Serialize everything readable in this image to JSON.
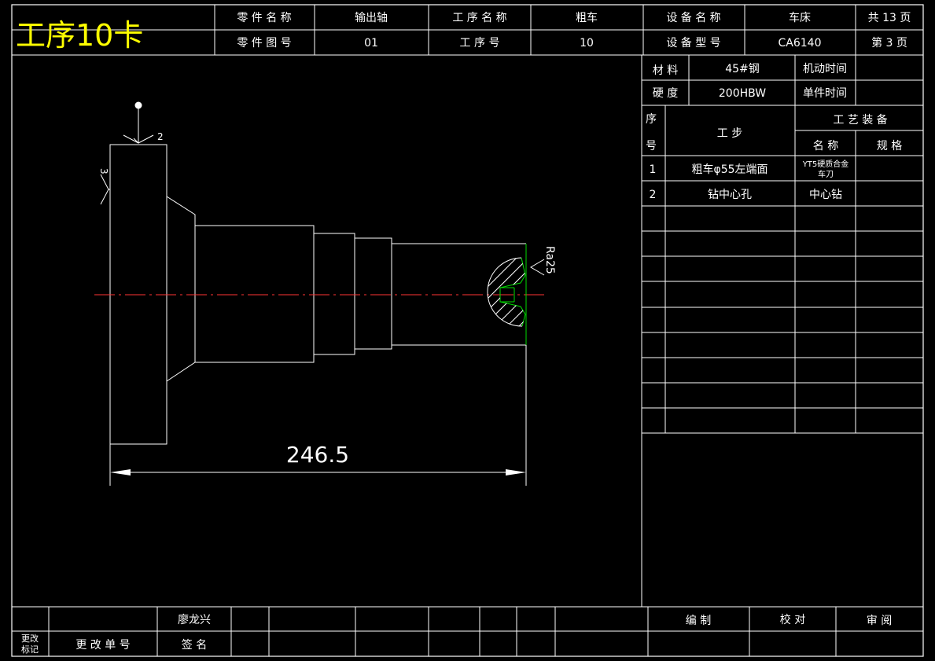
{
  "title": "工序10卡",
  "header": {
    "part_name_label": "零 件 名 称",
    "part_name_value": "输出轴",
    "process_name_label": "工 序 名 称",
    "process_name_value": "粗车",
    "equipment_name_label": "设 备 名 称",
    "equipment_name_value": "车床",
    "total_pages": "共 13 页",
    "part_drawing_no_label": "零 件 图 号",
    "part_drawing_no_value": "01",
    "process_no_label": "工   序   号",
    "process_no_value": "10",
    "equipment_model_label": "设 备 型 号",
    "equipment_model_value": "CA6140",
    "page_no": "第 3 页"
  },
  "info": {
    "material_label": "材  料",
    "material_value": "45#钢",
    "machine_time_label": "机动时间",
    "hardness_label": "硬  度",
    "hardness_value": "200HBW",
    "unit_time_label": "单件时间"
  },
  "steps_table": {
    "seq_label_top": "序",
    "seq_label_bottom": "号",
    "step_label": "工     步",
    "equipment_label": "工 艺 装 备",
    "name_label": "名  称",
    "spec_label": "规  格",
    "rows": [
      {
        "no": "1",
        "step": "粗车φ55左端面",
        "tool_line1": "YT5硬质合金",
        "tool_line2": "车刀",
        "spec": ""
      },
      {
        "no": "2",
        "step": "钻中心孔",
        "tool": "中心钻",
        "spec": ""
      }
    ]
  },
  "drawing": {
    "dimension": "246.5",
    "roughness": "Ra25",
    "surface_mark_top": "2",
    "surface_mark_left": "3"
  },
  "footer": {
    "person": "廖龙兴",
    "change_mark": "更改\n标记",
    "change_mark_line1": "更改",
    "change_mark_line2": "标记",
    "change_doc_no": "更 改 单 号",
    "signature": "签  名",
    "compile": "编    制",
    "check": "校    对",
    "review": "审    阅"
  },
  "colors": {
    "background": "#000000",
    "lines": "#ffffff",
    "title": "#ffff00",
    "center_line": "#ff0000",
    "section": "#00ff00"
  }
}
